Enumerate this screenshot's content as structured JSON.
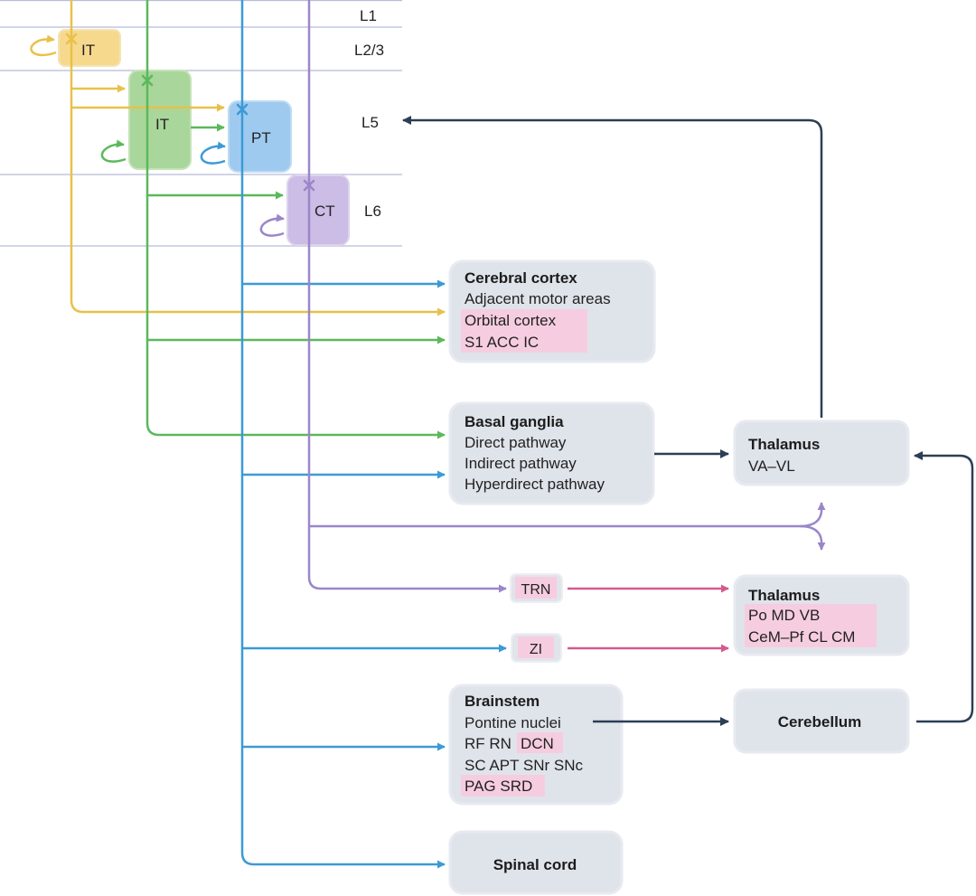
{
  "layers": [
    "L1",
    "L2/3",
    "L5",
    "L6"
  ],
  "cells": {
    "it_l23": "IT",
    "it_l5": "IT",
    "pt": "PT",
    "ct": "CT"
  },
  "targets": {
    "cerebral_cortex": {
      "title": "Cerebral cortex",
      "lines": [
        "Adjacent motor areas",
        "Orbital cortex",
        "S1 ACC IC"
      ]
    },
    "basal_ganglia": {
      "title": "Basal ganglia",
      "lines": [
        "Direct pathway",
        "Indirect pathway",
        "Hyperdirect pathway"
      ]
    },
    "thalamus_motor": {
      "title": "Thalamus",
      "lines": [
        "VA–VL"
      ]
    },
    "trn": "TRN",
    "zi": "ZI",
    "thalamus_other": {
      "title": "Thalamus",
      "lines": [
        "Po MD VB",
        "CeM–Pf CL CM"
      ]
    },
    "brainstem": {
      "title": "Brainstem",
      "lines": [
        "Pontine nuclei",
        "RF RN",
        "DCN",
        "SC APT SNr SNc",
        "PAG SRD"
      ]
    },
    "cerebellum": "Cerebellum",
    "spinal_cord": "Spinal cord"
  },
  "colors": {
    "it_l23": "#e8c14a",
    "it_l5": "#5cb85c",
    "pt": "#3c9ad6",
    "ct": "#9b86c9",
    "dark": "#2c3e55",
    "pink_arrow": "#d45a8e",
    "pink_highlight": "#f6cde0",
    "box_fill": "#dfe3ea",
    "layer_line": "#b6bcd8"
  }
}
